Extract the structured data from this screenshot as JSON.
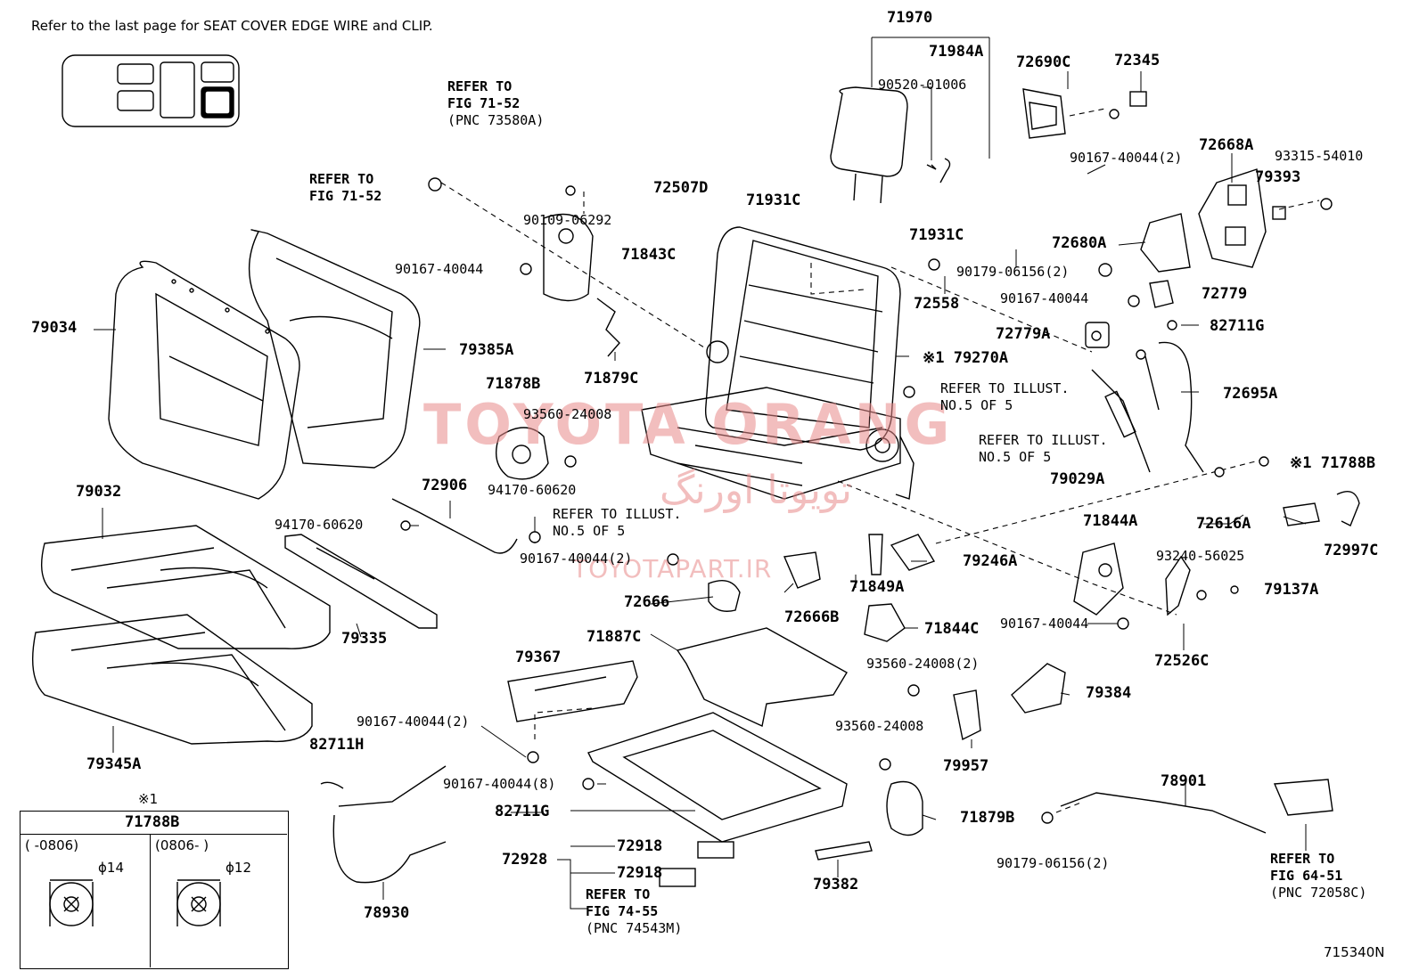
{
  "header_note": "Refer to the last page for SEAT COVER EDGE WIRE and CLIP.",
  "diagram_code": "715340N",
  "watermark": {
    "brand": "TOYOTA ORANG",
    "arabic": "تويوتا اورنگ",
    "url": "TOYOTAPART.IR"
  },
  "parts": {
    "p71970": "71970",
    "p71984A": "71984A",
    "p90520": "90520-01006",
    "p72690C": "72690C",
    "p72345": "72345",
    "p90167_2a": "90167-40044(2)",
    "p72668A": "72668A",
    "p93315": "93315-54010",
    "p79393": "79393",
    "p72507D": "72507D",
    "p90109": "90109-06292",
    "p71931C_a": "71931C",
    "p71931C_b": "71931C",
    "p71843C": "71843C",
    "p90167_a": "90167-40044",
    "p72680A": "72680A",
    "p90179_2a": "90179-06156(2)",
    "p72558": "72558",
    "p90167_b": "90167-40044",
    "p72779": "72779",
    "p79034": "79034",
    "p79385A": "79385A",
    "p72779A": "72779A",
    "p82711G_a": "82711G",
    "p79270A": "※1 79270A",
    "p71878B": "71878B",
    "p71879C": "71879C",
    "p72695A": "72695A",
    "p93560_a": "93560-24008",
    "p79032": "79032",
    "p72906": "72906",
    "p94170_a": "94170-60620",
    "p94170_b": "94170-60620",
    "p79029A": "79029A",
    "p71788B_a": "※1 71788B",
    "p71844A": "71844A",
    "p72616A": "72616A",
    "p72997C": "72997C",
    "p90167_2b": "90167-40044(2)",
    "p79246A": "79246A",
    "p93240": "93240-56025",
    "p79137A": "79137A",
    "p72666": "72666",
    "p72666B": "72666B",
    "p71849A": "71849A",
    "p79335": "79335",
    "p71844C": "71844C",
    "p90167_c": "90167-40044",
    "p72526C": "72526C",
    "p71887C": "71887C",
    "p79367": "79367",
    "p93560_2": "93560-24008(2)",
    "p79384": "79384",
    "p90167_2c": "90167-40044(2)",
    "p93560_b": "93560-24008",
    "p79957": "79957",
    "p82711H": "82711H",
    "p79345A": "79345A",
    "p90167_8": "90167-40044(8)",
    "p82711G_b": "82711G",
    "p78901": "78901",
    "p71879B": "71879B",
    "p72918_a": "72918",
    "p72928": "72928",
    "p72918_b": "72918",
    "p90179_2b": "90179-06156(2)",
    "p78930": "78930",
    "p79382": "79382"
  },
  "refs": {
    "r1": {
      "l1": "REFER TO",
      "l2": "FIG 71-52",
      "l3": "(PNC 73580A)"
    },
    "r2": {
      "l1": "REFER TO",
      "l2": "FIG 71-52"
    },
    "r3": {
      "l1": "REFER TO ILLUST.",
      "l2": "NO.5 OF 5"
    },
    "r4": {
      "l1": "REFER TO ILLUST.",
      "l2": "NO.5 OF 5"
    },
    "r5": {
      "l1": "REFER TO ILLUST.",
      "l2": "NO.5 OF 5"
    },
    "r6": {
      "l1": "REFER TO",
      "l2": "FIG 74-55",
      "l3": "(PNC 74543M)"
    },
    "r7": {
      "l1": "REFER TO",
      "l2": "FIG 64-51",
      "l3": "(PNC 72058C)"
    }
  },
  "legend": {
    "mark": "※1",
    "title": "71788B",
    "left_range": "(     -0806)",
    "right_range": "(0806-      )",
    "left_dia": "ϕ14",
    "right_dia": "ϕ12"
  }
}
